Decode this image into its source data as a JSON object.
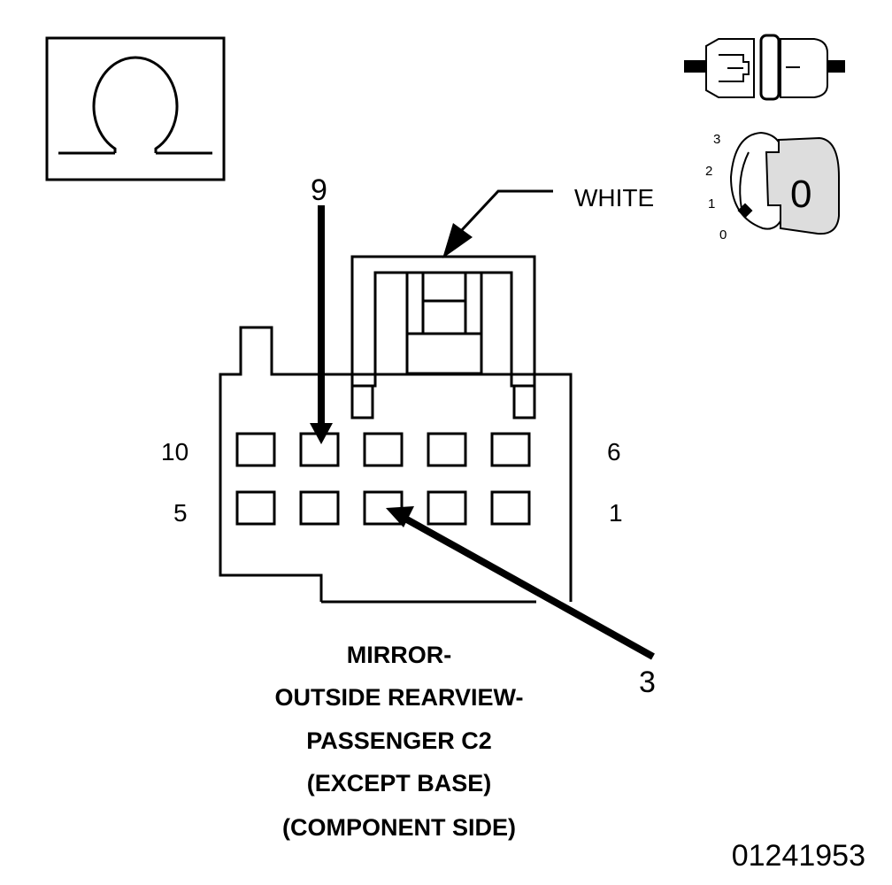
{
  "symbol": {
    "name": "ohm-resistance-icon",
    "glyph": "Ω"
  },
  "callouts": {
    "pin_top": "9",
    "pin_bottom": "3",
    "housing_color": "WHITE"
  },
  "cavity_labels": {
    "top_left": "10",
    "top_right": "6",
    "bottom_left": "5",
    "bottom_right": "1"
  },
  "ignition_key": {
    "positions": [
      "3",
      "2",
      "1",
      "0"
    ],
    "key_glyph": "0"
  },
  "title_lines": [
    "MIRROR-",
    "OUTSIDE REARVIEW-",
    "PASSENGER C2",
    "(EXCEPT BASE)",
    "(COMPONENT SIDE)"
  ],
  "figure_id": "01241953",
  "colors": {
    "line": "#000000",
    "background": "#ffffff",
    "key_fill": "#dddddd"
  }
}
